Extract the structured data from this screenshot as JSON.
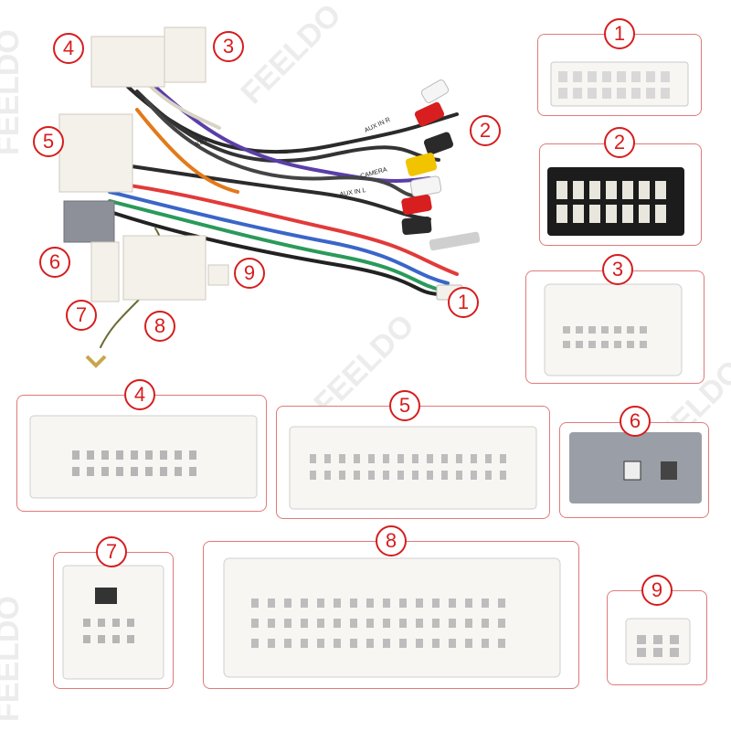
{
  "watermark": {
    "brand": "FEELDO"
  },
  "harness": {
    "labels": [
      "1",
      "2",
      "3",
      "4",
      "5",
      "6",
      "7",
      "8",
      "9"
    ],
    "wire_tags": [
      "KEY",
      "AUX IN R",
      "CAMERA",
      "AUX IN L"
    ]
  },
  "panels": [
    {
      "number": "1"
    },
    {
      "number": "2"
    },
    {
      "number": "3"
    },
    {
      "number": "4"
    },
    {
      "number": "5"
    },
    {
      "number": "6"
    },
    {
      "number": "7"
    },
    {
      "number": "8"
    },
    {
      "number": "9"
    }
  ],
  "colors": {
    "badge": "#d61d1d",
    "border": "#e07a7a",
    "plug": "#f4f1ea",
    "red_rca": "#d81e1e",
    "yellow_rca": "#f2c400"
  }
}
